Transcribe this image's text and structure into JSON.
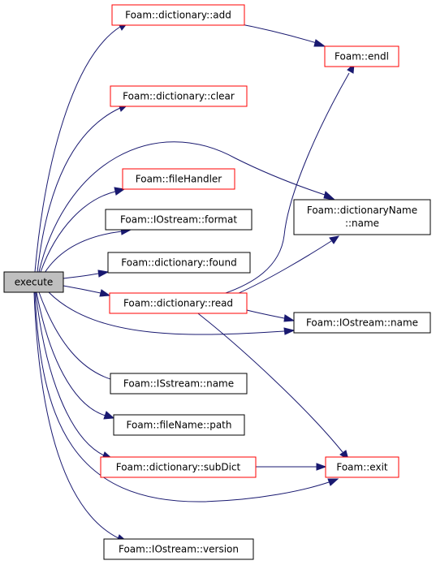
{
  "colors": {
    "edge": "#191970",
    "border_red": "#ff0000",
    "border_black": "#000000",
    "root_fill": "#bfbfbf",
    "node_fill": "#ffffff"
  },
  "nodes": {
    "execute": {
      "label": "execute"
    },
    "dict_add": {
      "label": "Foam::dictionary::add"
    },
    "endl": {
      "label": "Foam::endl"
    },
    "dict_clear": {
      "label": "Foam::dictionary::clear"
    },
    "fileHandler": {
      "label": "Foam::fileHandler"
    },
    "dictionaryName_name": {
      "line1": "Foam::dictionaryName",
      "line2": "::name"
    },
    "iostream_format": {
      "label": "Foam::IOstream::format"
    },
    "dict_found": {
      "label": "Foam::dictionary::found"
    },
    "dict_read": {
      "label": "Foam::dictionary::read"
    },
    "iostream_name": {
      "label": "Foam::IOstream::name"
    },
    "isstream_name": {
      "label": "Foam::ISstream::name"
    },
    "filename_path": {
      "label": "Foam::fileName::path"
    },
    "dict_subDict": {
      "label": "Foam::dictionary::subDict"
    },
    "exit": {
      "label": "Foam::exit"
    },
    "iostream_version": {
      "label": "Foam::IOstream::version"
    }
  }
}
